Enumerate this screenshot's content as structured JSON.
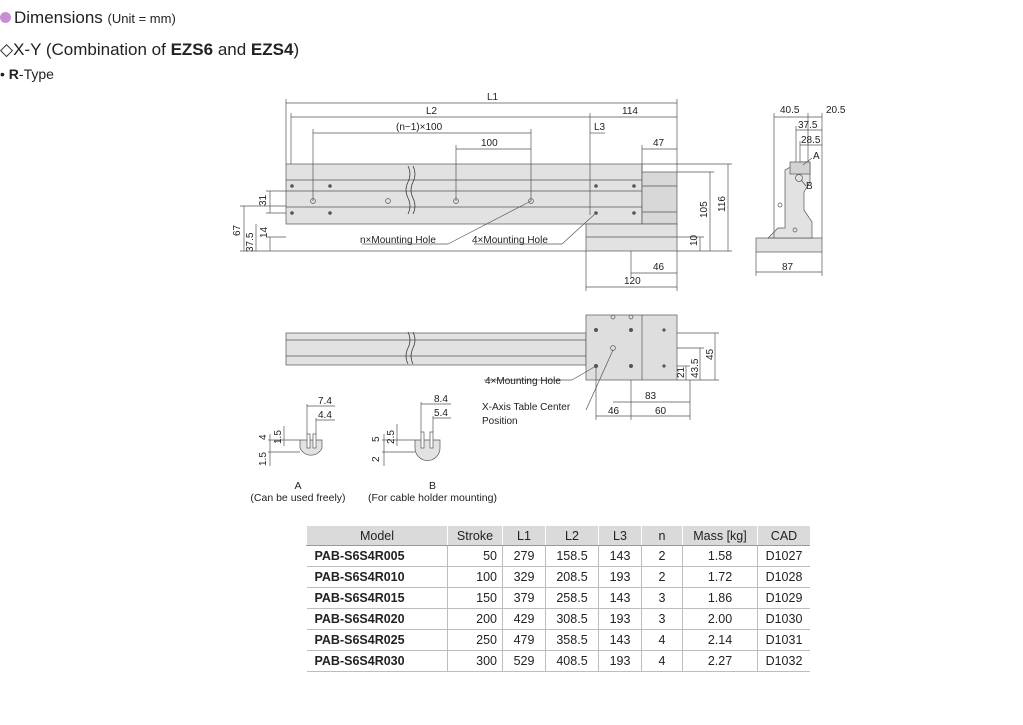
{
  "header": {
    "title": "Dimensions",
    "unit": "(Unit = mm)",
    "bullet_color": "#c98dd6",
    "combo_prefix": "◇X-Y (Combination of ",
    "model_a": "EZS6",
    "combo_and": " and ",
    "model_b": "EZS4",
    "combo_suffix": ")",
    "type_bullet": "• ",
    "type_letter": "R",
    "type_suffix": "-Type"
  },
  "drawing": {
    "top_view": {
      "L1": "L1",
      "L2": "L2",
      "dim_114": "114",
      "n_pitch": "(n−1)×100",
      "L3": "L3",
      "dim_100": "100",
      "dim_47": "47",
      "dim_31": "31",
      "dim_67": "67",
      "dim_37_5": "37.5",
      "dim_14": "14",
      "n_hole": "n×Mounting Hole",
      "four_hole": "4×Mounting Hole",
      "dim_105": "105",
      "dim_116": "116",
      "dim_10": "10",
      "dim_46": "46",
      "dim_120": "120"
    },
    "side_view": {
      "dim_40_5": "40.5",
      "dim_20_5": "20.5",
      "dim_37_5": "37.5",
      "dim_28_5": "28.5",
      "label_a": "A",
      "label_b": "B",
      "dim_87": "87"
    },
    "front_view": {
      "four_hole": "4×Mounting Hole",
      "table_center": "X-Axis Table Center",
      "position": "Position",
      "dim_45": "45",
      "dim_43_5": "43.5",
      "dim_21": "21",
      "dim_83": "83",
      "dim_46": "46",
      "dim_60": "60"
    },
    "detail_a": {
      "dim_7_4": "7.4",
      "dim_4_4": "4.4",
      "dim_4": "4",
      "dim_1_5": "1.5",
      "dim_1_5b": "1.5"
    },
    "detail_b": {
      "dim_8_4": "8.4",
      "dim_5_4": "5.4",
      "dim_5": "5",
      "dim_2_5": "2.5",
      "dim_2": "2"
    },
    "captions": {
      "a_label": "A",
      "a_note": "(Can be used freely)",
      "b_label": "B",
      "b_note": "(For cable holder mounting)"
    }
  },
  "table": {
    "headers": [
      "Model",
      "Stroke",
      "L1",
      "L2",
      "L3",
      "n",
      "Mass [kg]",
      "CAD"
    ],
    "rows": [
      [
        "PAB-S6S4R005",
        "50",
        "279",
        "158.5",
        "143",
        "2",
        "1.58",
        "D1027"
      ],
      [
        "PAB-S6S4R010",
        "100",
        "329",
        "208.5",
        "193",
        "2",
        "1.72",
        "D1028"
      ],
      [
        "PAB-S6S4R015",
        "150",
        "379",
        "258.5",
        "143",
        "3",
        "1.86",
        "D1029"
      ],
      [
        "PAB-S6S4R020",
        "200",
        "429",
        "308.5",
        "193",
        "3",
        "2.00",
        "D1030"
      ],
      [
        "PAB-S6S4R025",
        "250",
        "479",
        "358.5",
        "143",
        "4",
        "2.14",
        "D1031"
      ],
      [
        "PAB-S6S4R030",
        "300",
        "529",
        "408.5",
        "193",
        "4",
        "2.27",
        "D1032"
      ]
    ]
  }
}
